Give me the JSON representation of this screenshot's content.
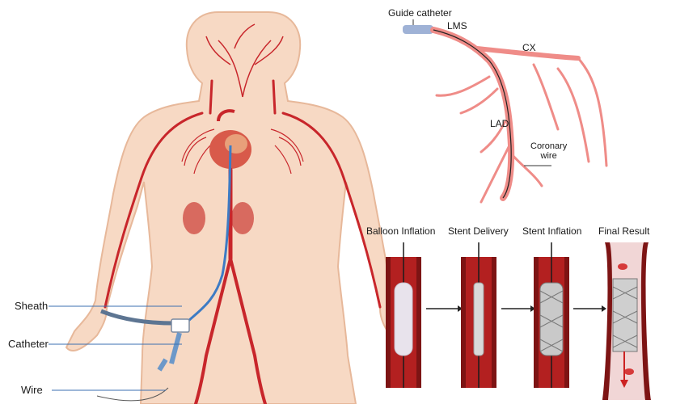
{
  "anatomy": {
    "callouts": {
      "sheath": "Sheath",
      "catheter": "Catheter",
      "wire": "Wire"
    }
  },
  "coronary": {
    "labels": {
      "guide_catheter": "Guide catheter",
      "lms": "LMS",
      "cx": "CX",
      "lad": "LAD",
      "coronary_wire_line1": "Coronary",
      "coronary_wire_line2": "wire"
    }
  },
  "stent_steps": [
    {
      "title": "Balloon Inflation"
    },
    {
      "title": "Stent Delivery"
    },
    {
      "title": "Stent Inflation"
    },
    {
      "title": "Final Result"
    }
  ],
  "colors": {
    "skin": "#f7d9c4",
    "skin_outline": "#e7b89a",
    "artery": "#c8262b",
    "vessel_wall": "#8f1d1d",
    "lumen": "#f1a7a0",
    "balloon": "#e8e3ec",
    "coronary_artery": "#ef8c88",
    "guide_catheter": "#9fb2d6",
    "plaque": "#e9c33d"
  }
}
